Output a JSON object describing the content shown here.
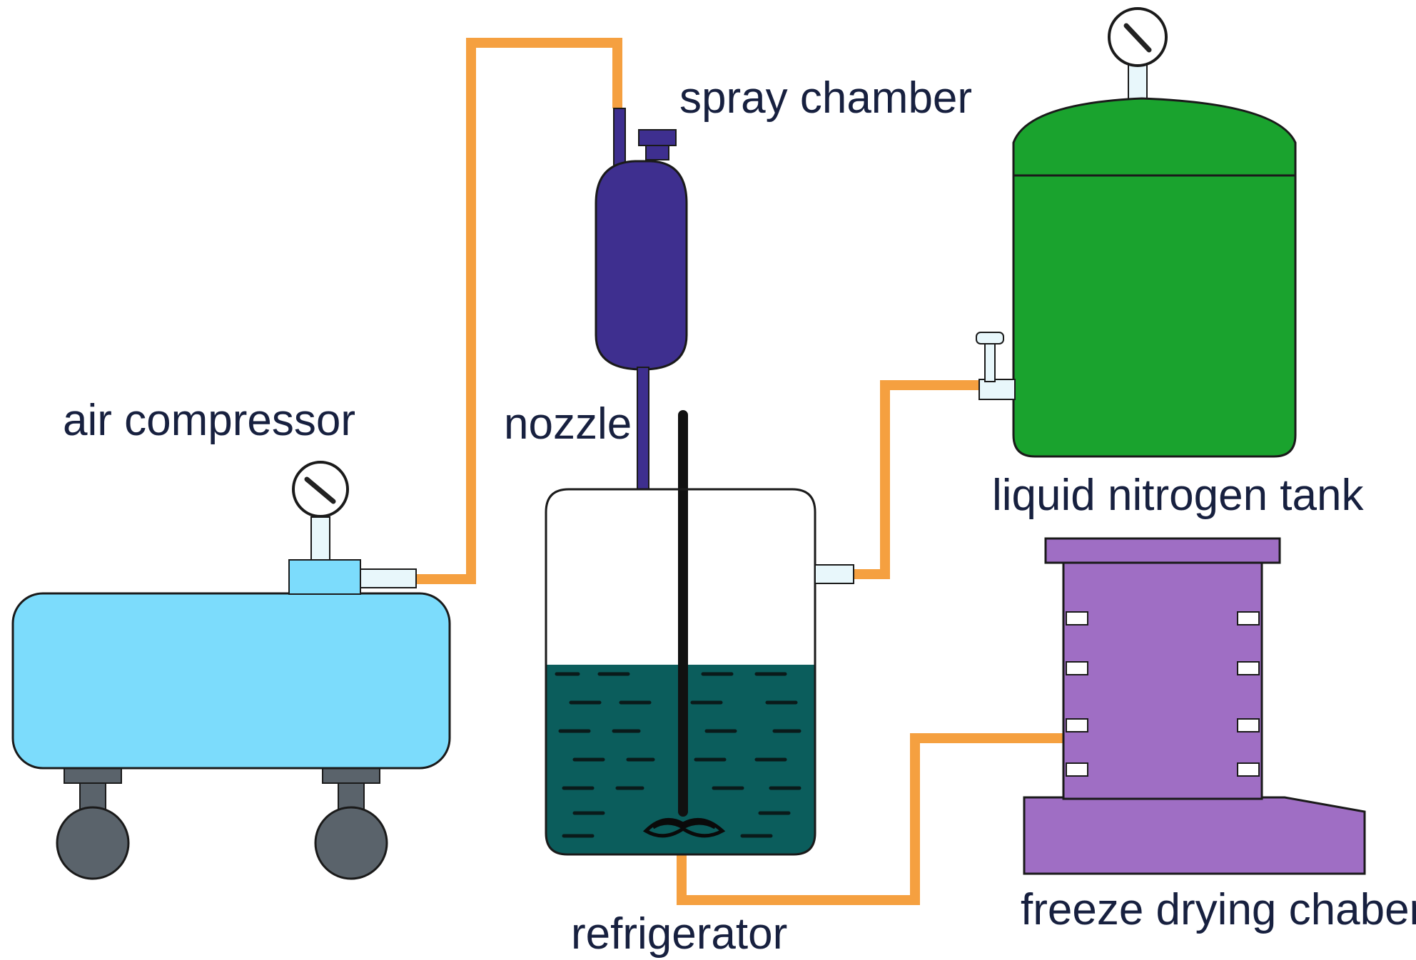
{
  "labels": {
    "air_compressor": "air compressor",
    "spray_chamber": "spray chamber",
    "nozzle": "nozzle",
    "liquid_nitrogen_tank": "liquid nitrogen tank",
    "refrigerator": "refrigerator",
    "freeze_drying_chamber": "freeze drying chaber"
  },
  "colors": {
    "hose": "#f5a040",
    "compressor_body": "#7cdcfc",
    "wheels": "#5a636b",
    "spray_chamber": "#3e2f8f",
    "nitrogen_tank": "#1aa32e",
    "refrigerant_liquid": "#0b5d5c",
    "freeze_dryer": "#9f6ec4",
    "gauge_needle": "#222222",
    "outline": "#1a1a1a"
  }
}
